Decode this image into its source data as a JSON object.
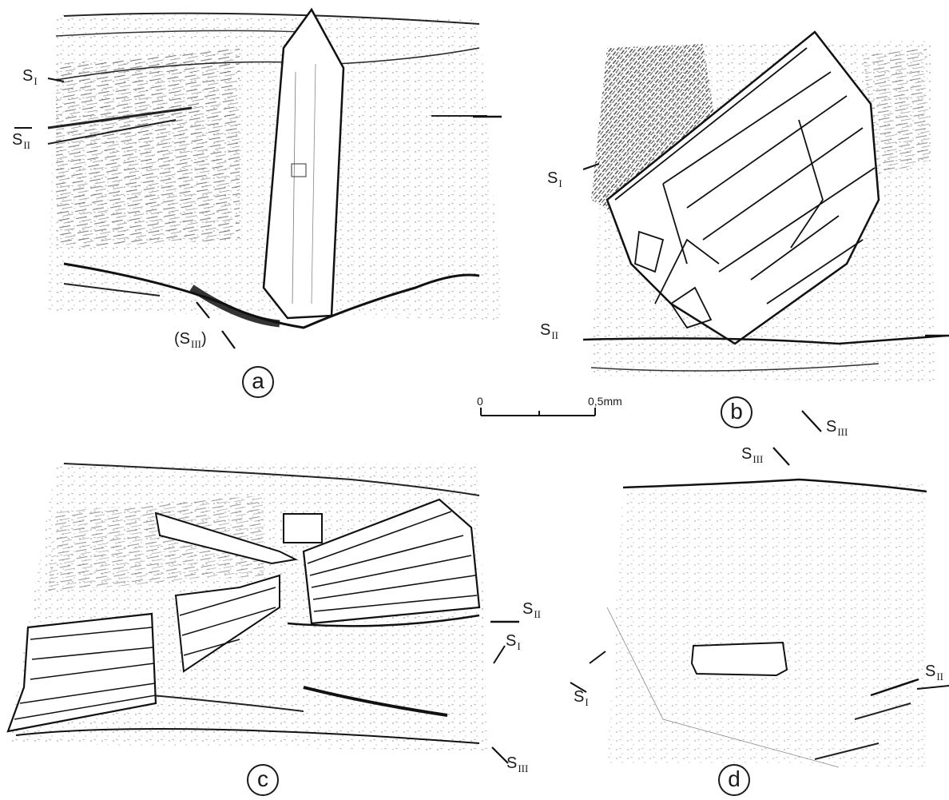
{
  "panels": [
    {
      "letter": "a"
    },
    {
      "letter": "b"
    },
    {
      "letter": "c"
    },
    {
      "letter": "d"
    }
  ],
  "labels": {
    "s1": {
      "main": "S",
      "sub": "I"
    },
    "s2": {
      "main": "S",
      "sub": "II"
    },
    "s3": {
      "main": "S",
      "sub": "III"
    },
    "s3_paren": {
      "open": "(S",
      "sub": "III",
      "close": ")"
    }
  },
  "scale": {
    "start": "0",
    "end": "0,5",
    "unit": "mm"
  },
  "colors": {
    "ink": "#1a1a1a",
    "paper": "#ffffff"
  }
}
